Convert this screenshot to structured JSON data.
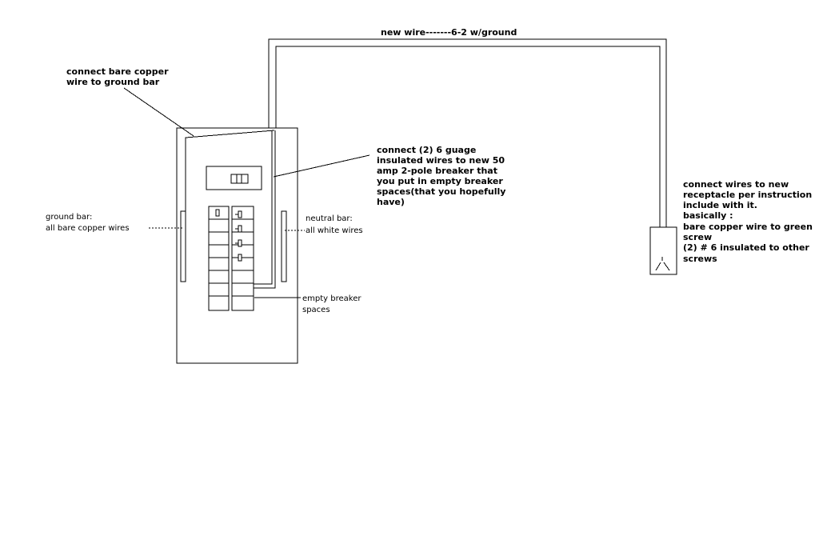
{
  "labels": {
    "top_wire": "new wire-------6-2 w/ground",
    "ground_note": [
      "connect bare copper",
      "wire to ground bar"
    ],
    "insulated_note": [
      "connect (2) 6 guage",
      "insulated wires to new 50",
      "amp 2-pole breaker that",
      "you put in empty breaker",
      "spaces(that you hopefully",
      "have)"
    ],
    "receptacle_note": [
      "connect wires to new",
      "receptacle per instruction",
      "include with it.",
      "basically :",
      "bare copper wire to green",
      "screw",
      "(2) # 6 insulated to other",
      "screws"
    ],
    "ground_bar": [
      "ground bar:",
      "all bare copper wires"
    ],
    "neutral_bar": [
      "neutral bar:",
      "all white wires"
    ],
    "empty_spaces": [
      "empty breaker",
      "spaces"
    ]
  }
}
